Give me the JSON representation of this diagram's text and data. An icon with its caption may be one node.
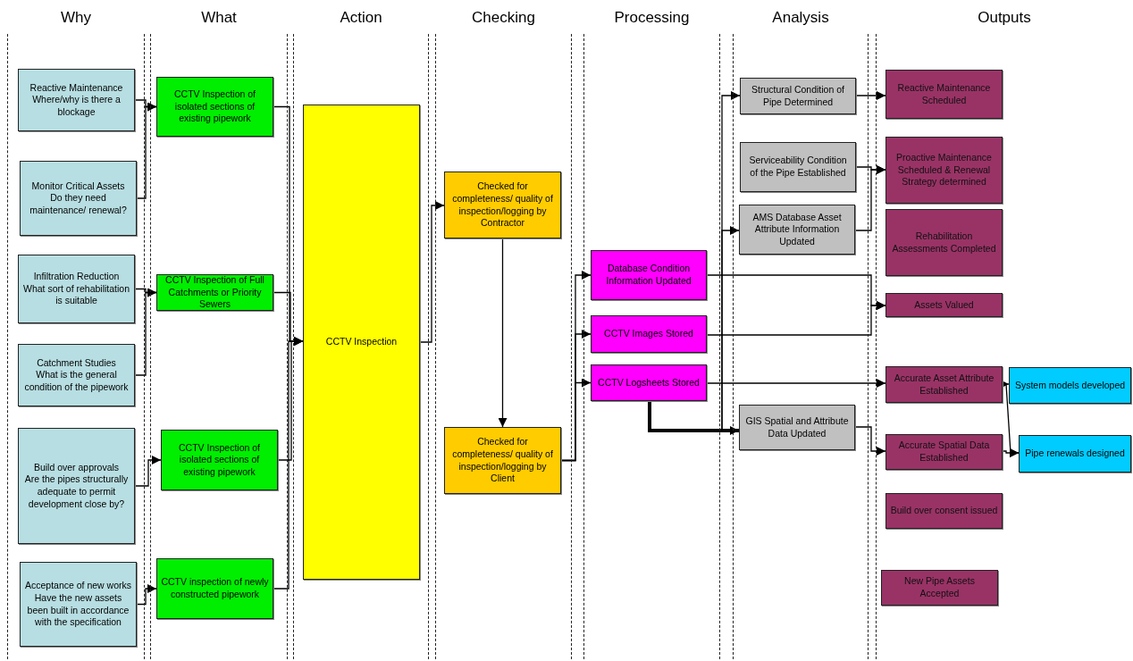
{
  "diagram": {
    "nodes": [
      {
        "text": [
          "Why"
        ]
      },
      {
        "text": [
          "What"
        ]
      },
      {
        "text": [
          "Action"
        ]
      },
      {
        "text": [
          "Checking"
        ]
      },
      {
        "text": [
          "Processing"
        ]
      },
      {
        "text": [
          "Analysis"
        ]
      },
      {
        "text": [
          "Outputs"
        ]
      },
      {
        "text": [
          "Reactive Maintenance",
          "Where/why is there a blockage"
        ],
        "in": 0
      },
      {
        "text": [
          "Monitor Critical Assets",
          "Do they need maintenance/ renewal?"
        ],
        "in": 0
      },
      {
        "text": [
          "Infiltration Reduction",
          "What sort of rehabilitation is suitable"
        ],
        "in": 0
      },
      {
        "text": [
          "Catchment Studies",
          "What is the general condition of the pipework"
        ],
        "in": 0
      },
      {
        "text": [
          "Build over approvals",
          "Are the pipes structurally adequate to permit development close by?"
        ],
        "in": 0
      },
      {
        "text": [
          "Acceptance of new works",
          "Have the new assets been built in accordance with the specification"
        ],
        "in": 0
      },
      {
        "text": [
          "CCTV Inspection of isolated sections of existing pipework"
        ],
        "in": 1
      },
      {
        "text": [
          "CCTV Inspection of Full Catchments or Priority Sewers"
        ],
        "in": 1
      },
      {
        "text": [
          "CCTV Inspection of isolated sections of existing pipework"
        ],
        "in": 1
      },
      {
        "text": [
          "CCTV inspection of newly constructed pipework"
        ],
        "in": 1
      },
      {
        "text": [
          "CCTV Inspection"
        ],
        "in": 2
      },
      {
        "text": [
          "Checked for completeness/ quality of inspection/logging by Contractor"
        ],
        "in": 3
      },
      {
        "text": [
          "Checked for completeness/ quality of inspection/logging by Client"
        ],
        "in": 3
      },
      {
        "text": [
          "Database Condition Information Updated"
        ],
        "in": 4
      },
      {
        "text": [
          "CCTV Images Stored"
        ],
        "in": 4
      },
      {
        "text": [
          "CCTV Logsheets Stored"
        ],
        "in": 4
      },
      {
        "text": [
          "Structural Condition of Pipe Determined"
        ],
        "in": 5
      },
      {
        "text": [
          "Serviceability Condition of the Pipe Established"
        ],
        "in": 5
      },
      {
        "text": [
          "AMS Database Asset Attribute Information Updated"
        ],
        "in": 5
      },
      {
        "text": [
          "GIS Spatial and Attribute Data Updated"
        ],
        "in": 5
      },
      {
        "text": [
          "Reactive Maintenance Scheduled"
        ],
        "in": 6
      },
      {
        "text": [
          "Proactive Maintenance Scheduled & Renewal Strategy determined"
        ],
        "in": 6
      },
      {
        "text": [
          "Rehabilitation Assessments Completed"
        ],
        "in": 6
      },
      {
        "text": [
          "Assets Valued"
        ],
        "in": 6
      },
      {
        "text": [
          "Accurate Asset Attribute Established"
        ],
        "in": 6
      },
      {
        "text": [
          "Accurate Spatial Data Established"
        ],
        "in": 6
      },
      {
        "text": [
          "Build over consent issued"
        ],
        "in": 6
      },
      {
        "text": [
          "New Pipe Assets Accepted"
        ],
        "in": 6
      },
      {
        "text": [
          "System models developed"
        ],
        "in": 6
      },
      {
        "text": [
          "Pipe renewals designed"
        ],
        "in": 6
      }
    ],
    "edges": [
      {
        "from": 7,
        "to": 13,
        "arrow": "to"
      },
      {
        "from": 8,
        "to": 13,
        "arrow": "to"
      },
      {
        "from": 9,
        "to": 14,
        "arrow": "to"
      },
      {
        "from": 10,
        "to": 14,
        "arrow": "to"
      },
      {
        "from": 11,
        "to": 15,
        "arrow": "to"
      },
      {
        "from": 12,
        "to": 16,
        "arrow": "to"
      },
      {
        "from": 13,
        "to": 17,
        "arrow": "to"
      },
      {
        "from": 14,
        "to": 17,
        "arrow": "to"
      },
      {
        "from": 15,
        "to": 17,
        "arrow": "to"
      },
      {
        "from": 16,
        "to": 17,
        "arrow": "to"
      },
      {
        "from": 17,
        "to": 18,
        "arrow": "to"
      },
      {
        "from": 18,
        "to": 19,
        "arrow": "to"
      },
      {
        "from": 19,
        "to": 20,
        "arrow": "to"
      },
      {
        "from": 19,
        "to": 21,
        "arrow": "to"
      },
      {
        "from": 19,
        "to": 22,
        "arrow": "to"
      },
      {
        "from": 22,
        "to": 23,
        "arrow": "to"
      },
      {
        "from": 22,
        "to": 25,
        "arrow": "to"
      },
      {
        "from": 22,
        "to": 26,
        "arrow": "to",
        "style": "thick"
      },
      {
        "from": 23,
        "to": 27,
        "arrow": "to"
      },
      {
        "from": 24,
        "to": 28,
        "arrow": "to"
      },
      {
        "from": 25,
        "to": 28,
        "arrow": "to"
      },
      {
        "from": 20,
        "to": 30,
        "arrow": "to"
      },
      {
        "from": 21,
        "to": 30,
        "arrow": "to"
      },
      {
        "from": 22,
        "to": 31,
        "arrow": "to"
      },
      {
        "from": 26,
        "to": 32,
        "arrow": "to"
      },
      {
        "from": 31,
        "to": 35,
        "arrow": "to"
      },
      {
        "from": 32,
        "to": 36,
        "arrow": "to"
      },
      {
        "from": 31,
        "to": 36,
        "arrow": "to"
      }
    ]
  }
}
